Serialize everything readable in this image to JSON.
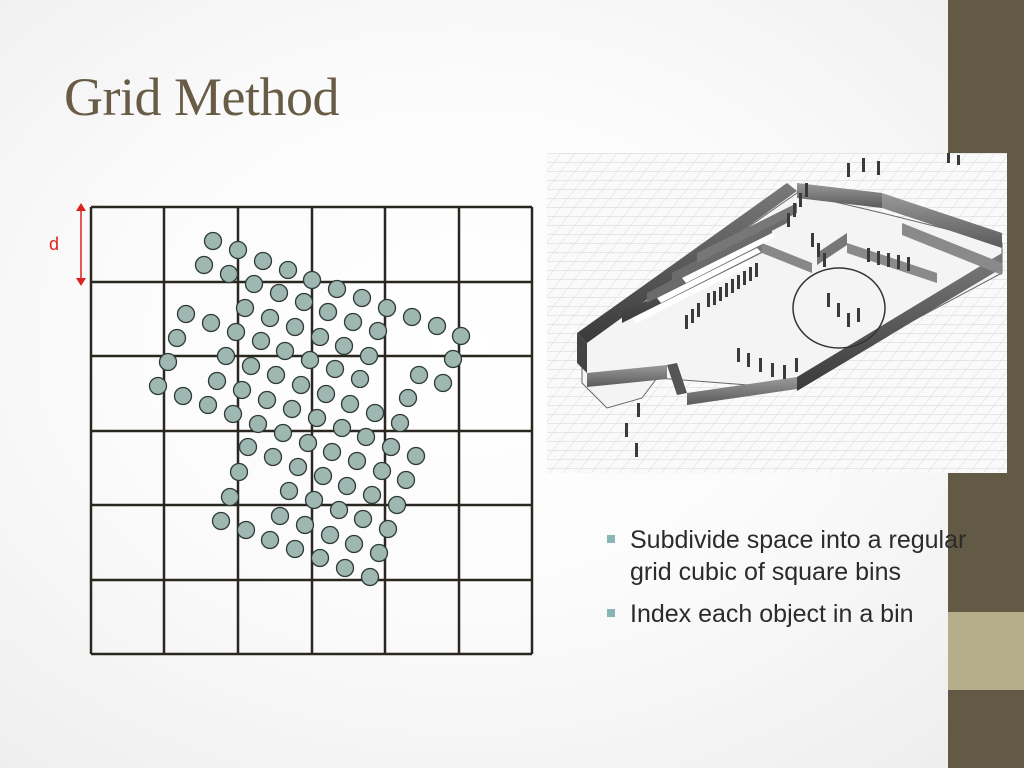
{
  "slide": {
    "title": "Grid Method",
    "bullets": [
      "Subdivide space into a regular grid cubic of square bins",
      "Index each object in a bin"
    ]
  },
  "figure": {
    "dimension_label": "d",
    "colors": {
      "grid_line": "#2a2620",
      "dot_fill": "#9fb7b1",
      "dot_stroke": "#2f3a37",
      "dimension": "#dd2222"
    }
  },
  "theme": {
    "side_strip": "#625a45",
    "side_accent": "#b4ae8b",
    "title_color": "#685c46",
    "bullet_color": "#8bb5b5"
  }
}
